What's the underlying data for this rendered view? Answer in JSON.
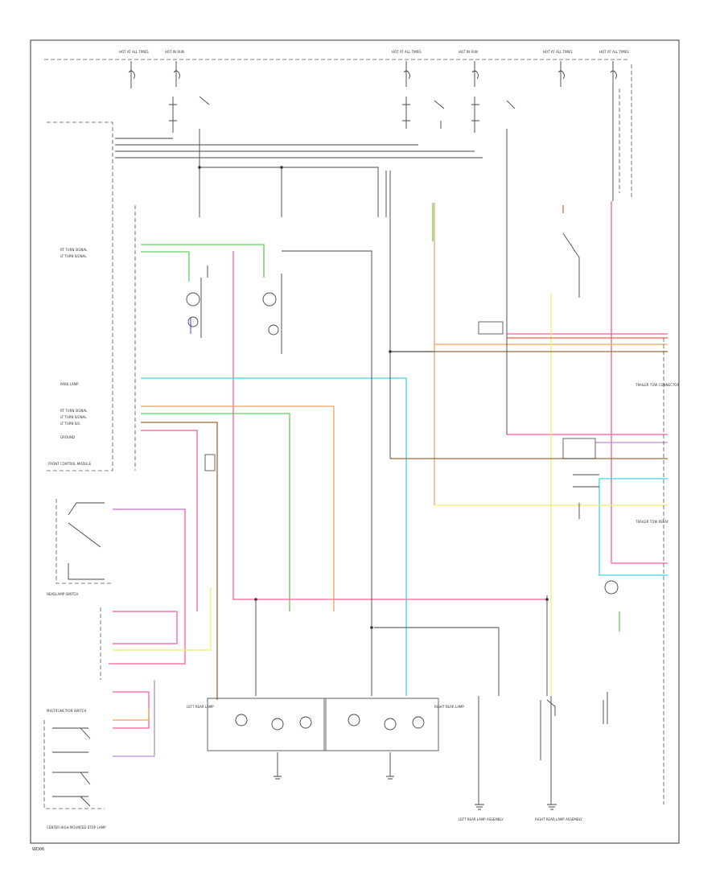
{
  "diagram": {
    "page_code": "WD06",
    "colors": {
      "black": "#333333",
      "pink": "#ff5a9c",
      "green": "#5fd35f",
      "cyan": "#3ed6e0",
      "orange": "#f2a35a",
      "yellow": "#f1ee6a",
      "brown": "#9b6a3a",
      "violet": "#c08ad8",
      "blue": "#6a6ae0",
      "red_orange": "#f06040"
    },
    "top_labels": [
      "HOT AT ALL TIMES",
      "HOT IN RUN",
      "HOT AT ALL TIMES",
      "HOT IN RUN",
      "HOT AT ALL TIMES",
      "HOT AT ALL TIMES"
    ],
    "left_module": {
      "title": "FRONT CONTROL MODULE",
      "pins": [
        "RT TURN SIGNAL",
        "LT TURN SIGNAL",
        "PARK LAMP",
        "RT TURN SIGNAL",
        "LT TURN SIGNAL",
        "LT TURN SIG",
        "GROUND"
      ]
    },
    "headlamp_switch": {
      "title": "HEADLAMP SWITCH"
    },
    "multifunction_switch": {
      "title": "MULTIFUNCTION SWITCH"
    },
    "junction_blocks": [
      "LEFT REAR LAMP",
      "RIGHT REAR LAMP"
    ],
    "right_side": {
      "trailer_connector": "TRAILER TOW CONNECTOR",
      "trailer_relay": "TRAILER TOW RELAY"
    },
    "bottom_labels": [
      "LEFT REAR LAMP ASSEMBLY",
      "RIGHT REAR LAMP ASSEMBLY",
      "CENTER HIGH MOUNTED STOP LAMP"
    ]
  }
}
